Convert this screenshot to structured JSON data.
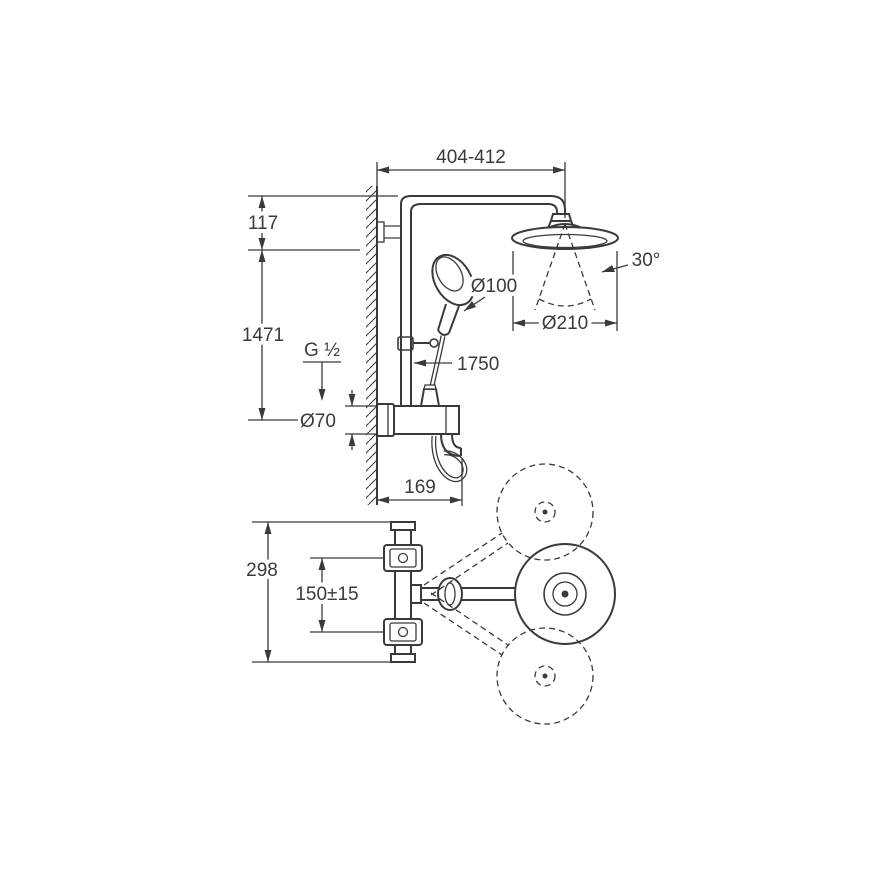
{
  "page": {
    "background": "#ffffff",
    "line_color": "#3a3a3a"
  },
  "drawing": {
    "kind": "shower-system-installation-dimension-drawing",
    "labels": {
      "top_width": "404-412",
      "head_offset": "117",
      "bar_height": "1471",
      "thread_size": "G ½",
      "hand_shower_diameter": "Ø100",
      "head_tilt_angle": "30°",
      "head_shower_diameter": "Ø210",
      "install_height": "1750",
      "escutcheon_diameter": "Ø70",
      "spout_projection": "169",
      "body_width": "298",
      "connection_spacing": "150±15"
    }
  }
}
